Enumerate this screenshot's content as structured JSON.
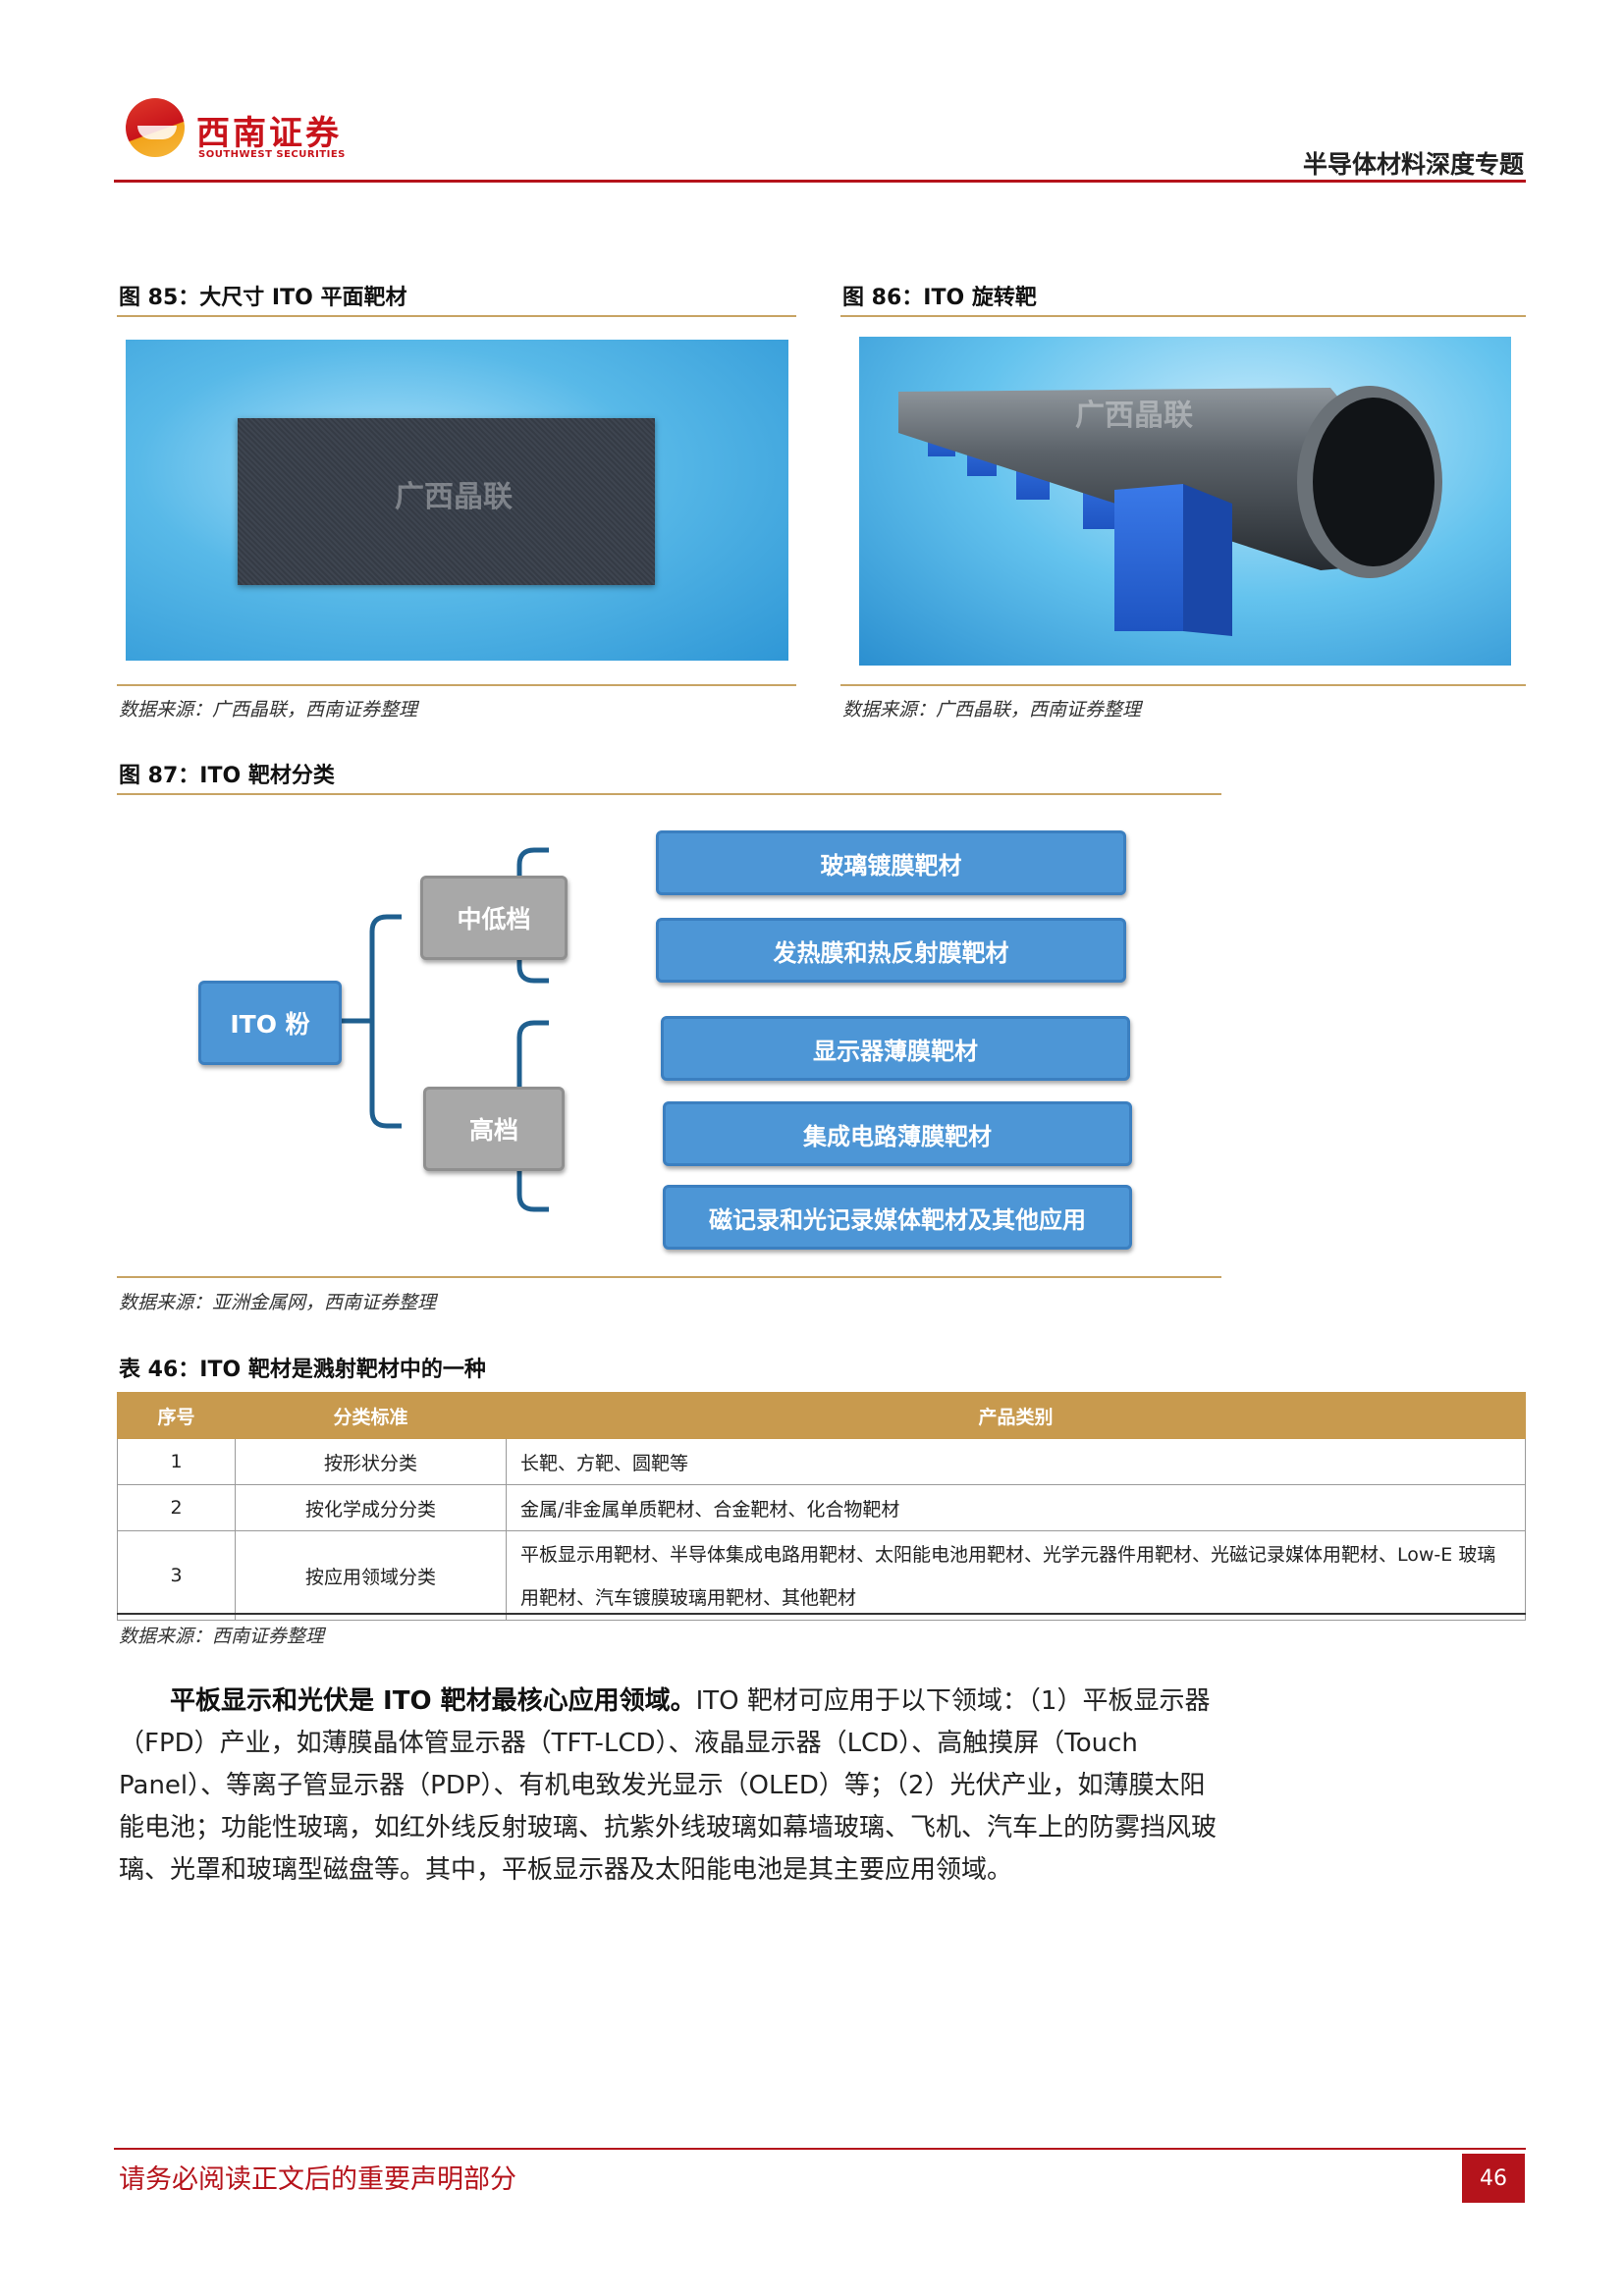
{
  "header": {
    "logo_cn": "西南证券",
    "logo_en": "SOUTHWEST SECURITIES",
    "report_title": "半导体材料深度专题"
  },
  "figures": {
    "fig85": {
      "caption": "图 85：大尺寸 ITO 平面靶材",
      "watermark": "广西晶联",
      "source": "数据来源：广西晶联，西南证券整理"
    },
    "fig86": {
      "caption": "图 86：ITO 旋转靶",
      "watermark": "广西晶联",
      "source": "数据来源：广西晶联，西南证券整理"
    },
    "fig87": {
      "caption": "图 87：ITO 靶材分类",
      "source": "数据来源：亚洲金属网，西南证券整理",
      "root": "ITO 粉",
      "mid": {
        "label": "中低档",
        "children": [
          "玻璃镀膜靶材",
          "发热膜和热反射膜靶材"
        ]
      },
      "high": {
        "label": "高档",
        "children": [
          "显示器薄膜靶材",
          "集成电路薄膜靶材",
          "磁记录和光记录媒体靶材及其他应用"
        ]
      }
    }
  },
  "table46": {
    "caption": "表 46：ITO 靶材是溅射靶材中的一种",
    "headers": [
      "序号",
      "分类标准",
      "产品类别"
    ],
    "rows": [
      {
        "no": "1",
        "standard": "按形状分类",
        "category": "长靶、方靶、圆靶等"
      },
      {
        "no": "2",
        "standard": "按化学成分分类",
        "category": "金属/非金属单质靶材、合金靶材、化合物靶材"
      },
      {
        "no": "3",
        "standard": "按应用领域分类",
        "category": "平板显示用靶材、半导体集成电路用靶材、太阳能电池用靶材、光学元器件用靶材、光磁记录媒体用靶材、Low-E 玻璃用靶材、汽车镀膜玻璃用靶材、其他靶材"
      }
    ],
    "source": "数据来源：西南证券整理"
  },
  "paragraph": {
    "lead": "平板显示和光伏是 ITO 靶材最核心应用领域。",
    "body": "ITO 靶材可应用于以下领域：（1）平板显示器（FPD）产业，如薄膜晶体管显示器（TFT-LCD）、液晶显示器（LCD）、高触摸屏（Touch Panel）、等离子管显示器（PDP）、有机电致发光显示（OLED）等；（2）光伏产业，如薄膜太阳能电池；功能性玻璃，如红外线反射玻璃、抗紫外线玻璃如幕墙玻璃、飞机、汽车上的防雾挡风玻璃、光罩和玻璃型磁盘等。其中，平板显示器及太阳能电池是其主要应用领域。"
  },
  "footer": {
    "disclaimer": "请务必阅读正文后的重要声明部分",
    "page_number": "46"
  }
}
